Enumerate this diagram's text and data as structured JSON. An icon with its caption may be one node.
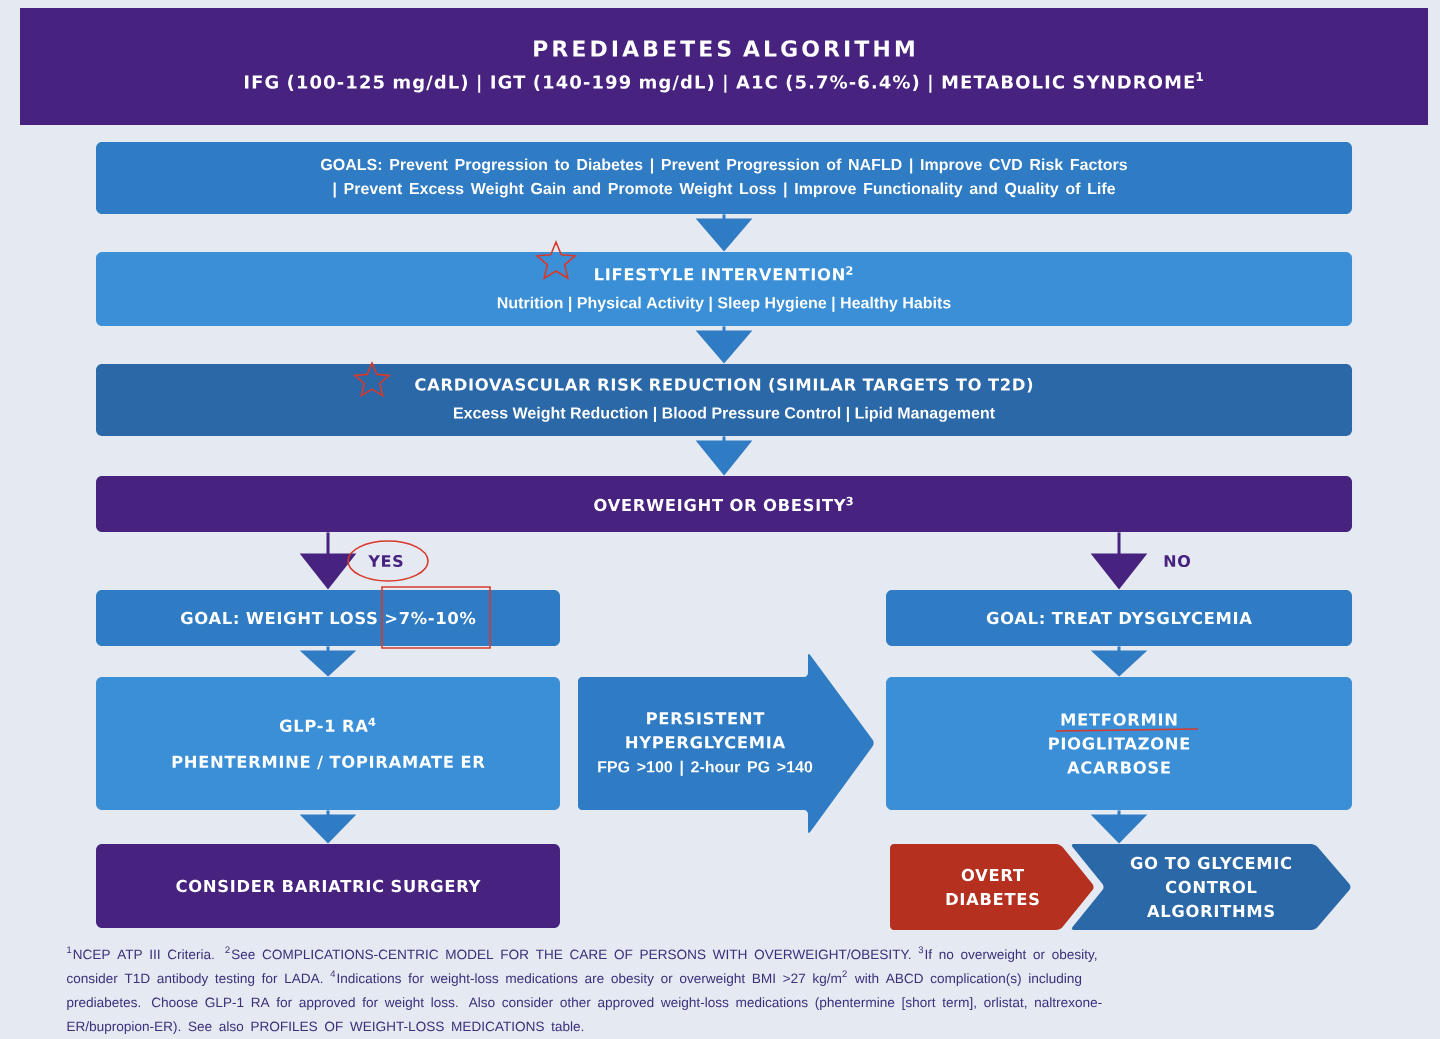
{
  "diagram": {
    "nodes": [
      {
        "text": [
          "PREDIABETES ALGORITHM",
          "IFG (100-125 mg/dL) | IGT (140-199 mg/dL) | A1C (5.7%-6.4%) | METABOLIC SYNDROME$^{1}$"
        ]
      },
      {
        "text": [
          "GOALS: Prevent Progression to Diabetes | Prevent Progression of NAFLD | Improve CVD Risk Factors | Prevent Excess Weight Gain and Promote Weight Loss | Improve Functionality and Quality of Life"
        ]
      },
      {
        "text": [
          "LIFESTYLE INTERVENTION$^{2}$",
          "Nutrition | Physical Activity | Sleep Hygiene | Healthy Habits"
        ]
      },
      {
        "text": [
          "CARDIOVASCULAR RISK REDUCTION (SIMILAR TARGETS TO T2D)",
          "Excess Weight Reduction | Blood Pressure Control | Lipid Management"
        ]
      },
      {
        "text": [
          "OVERWEIGHT OR OBESITY$^{3}$"
        ]
      },
      {
        "text": [
          "GOAL: WEIGHT LOSS >7%-10%"
        ]
      },
      {
        "text": [
          "GOAL: TREAT DYSGLYCEMIA"
        ]
      },
      {
        "text": [
          "GLP-1 RA$^{4}$",
          "PHENTERMINE / TOPIRAMATE ER"
        ]
      },
      {
        "text": [
          "CONSIDER BARIATRIC SURGERY"
        ]
      },
      {
        "text": [
          "PERSISTENT HYPERGLYCEMIA",
          "FPG >100 | 2-hour PG >140"
        ]
      },
      {
        "text": [
          "METFORMIN",
          "PIOGLITAZONE",
          "ACARBOSE"
        ]
      },
      {
        "text": [
          "OVERT DIABETES"
        ]
      },
      {
        "text": [
          "GO TO GLYCEMIC CONTROL ALGORITHMS"
        ]
      }
    ],
    "edges": [
      {
        "from": 1,
        "to": 2,
        "arrow": "to"
      },
      {
        "from": 2,
        "to": 3,
        "arrow": "to"
      },
      {
        "from": 3,
        "to": 4,
        "arrow": "to"
      },
      {
        "from": 4,
        "to": 5,
        "arrow": "to",
        "label": "YES",
        "color": "#47237f"
      },
      {
        "from": 4,
        "to": 6,
        "arrow": "to",
        "label": "NO",
        "color": "#47237f"
      },
      {
        "from": 5,
        "to": 7,
        "arrow": "to"
      },
      {
        "from": 7,
        "to": 8,
        "arrow": "to"
      },
      {
        "from": 6,
        "to": 10,
        "arrow": "to"
      },
      {
        "from": 10,
        "to": 12,
        "arrow": "to"
      }
    ],
    "labels": [
      "$^{1}$NCEP ATP III Criteria. $^{2}$See COMPLICATIONS-CENTRIC MODEL FOR THE CARE OF PERSONS WITH OVERWEIGHT/OBESITY. $^{3}$If no overweight or obesity, consider T1D antibody testing for LADA. $^{4}$Indications for weight-loss medications are obesity or overweight BMI >27 kg/m$^{2}$ with ABCD complication(s) including prediabetes. Choose GLP-1 RA for approved for weight loss. Also consider other approved weight-loss medications (phentermine [short term], orlistat, naltrexone-ER/bupropion-ER). See also PROFILES OF WEIGHT-LOSS MEDICATIONS table."
    ]
  }
}
